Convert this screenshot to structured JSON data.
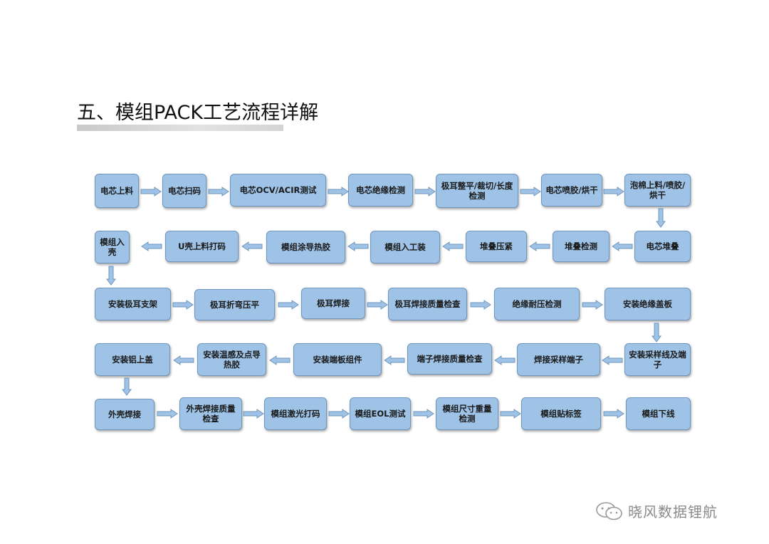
{
  "title": "五、模组PACK工艺流程详解",
  "steps": [
    "电芯上料",
    "电芯扫码",
    "电芯OCV/ACIR测试",
    "电芯绝缘检测",
    "极耳整平/裁切/长度检测",
    "电芯喷胶/烘干",
    "泡棉上料/喷胶/烘干",
    "电芯堆叠",
    "堆叠检测",
    "堆叠压紧",
    "模组入工装",
    "模组涂导热胶",
    "U壳上料打码",
    "模组入壳",
    "安装极耳支架",
    "极耳折弯压平",
    "极耳焊接",
    "极耳焊接质量检查",
    "绝缘耐压检测",
    "安装绝缘盖板",
    "安装采样线及端子",
    "焊接采样端子",
    "端子焊接质量检查",
    "安装端板组件",
    "安装温感及点导热胶",
    "安装铝上盖",
    "外壳焊接",
    "外壳焊接质量检查",
    "模组激光打码",
    "模组EOL测试",
    "模组尺寸重量检测",
    "模组贴标签",
    "模组下线"
  ],
  "watermark": "晓风数据锂航",
  "colors": {
    "box_fill": "#9ec3e6",
    "box_border": "#6f96bd",
    "arrow_fill": "#9ec3e6",
    "arrow_stroke": "#6f96bd"
  }
}
